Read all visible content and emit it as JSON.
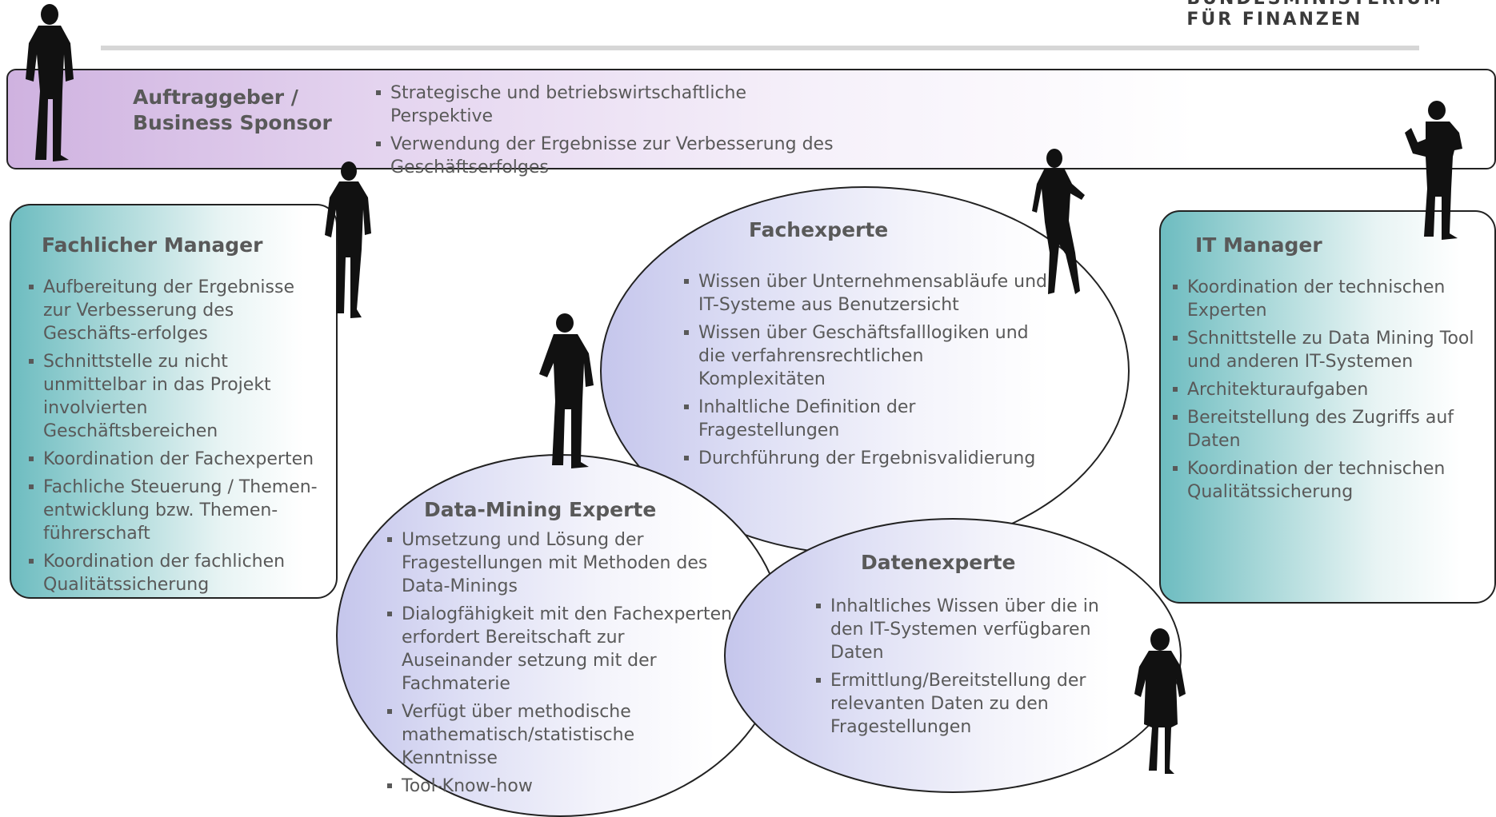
{
  "brand": {
    "line1": "BUNDESMINISTERIUM",
    "line2": "FÜR FINANZEN"
  },
  "sponsor": {
    "title_line1": "Auftraggeber /",
    "title_line2": "Business Sponsor",
    "items": [
      "Strategische und betriebswirtschaftliche Perspektive",
      "Verwendung der Ergebnisse zur Verbesserung des Geschäftserfolges"
    ]
  },
  "fachlicher_manager": {
    "title": "Fachlicher Manager",
    "items": [
      "Aufbereitung der Ergebnisse zur Verbesserung des Geschäfts-erfolges",
      "Schnittstelle zu nicht unmittelbar in das Projekt involvierten Geschäftsbereichen",
      "Koordination der Fachexperten",
      "Fachliche Steuerung / Themen-entwicklung bzw. Themen-führerschaft",
      "Koordination der fachlichen Qualitätssicherung"
    ]
  },
  "fachexperte": {
    "title": "Fachexperte",
    "items": [
      "Wissen über Unternehmensabläufe und IT-Systeme aus Benutzersicht",
      "Wissen über Geschäftsfalllogiken und die verfahrensrechtlichen Komplexitäten",
      "Inhaltliche Definition der Fragestellungen",
      "Durchführung der Ergebnisvalidierung"
    ]
  },
  "data_mining_experte": {
    "title": "Data-Mining Experte",
    "items": [
      "Umsetzung und Lösung der Fragestellungen mit Methoden des Data-Minings",
      "Dialogfähigkeit mit den Fachexperten erfordert Bereitschaft zur Auseinander setzung mit der Fachmaterie",
      "Verfügt über methodische mathematisch/statistische Kenntnisse",
      "Tool-Know-how"
    ]
  },
  "datenexperte": {
    "title": "Datenexperte",
    "items": [
      "Inhaltliches Wissen über die in den IT-Systemen verfügbaren Daten",
      "Ermittlung/Bereitstellung der relevanten Daten zu den Fragestellungen"
    ]
  },
  "it_manager": {
    "title": "IT Manager",
    "items": [
      "Koordination der technischen Experten",
      "Schnittstelle zu Data Mining Tool und anderen IT-Systemen",
      "Architekturaufgaben",
      "Bereitstellung des Zugriffs auf Daten",
      "Koordination der technischen Qualitätssicherung"
    ]
  },
  "colors": {
    "sponsor_accent": "#cfb2e0",
    "panel_accent": "#6dbcc0",
    "ellipse_accent": "#c5c6ec",
    "text": "#595959"
  }
}
